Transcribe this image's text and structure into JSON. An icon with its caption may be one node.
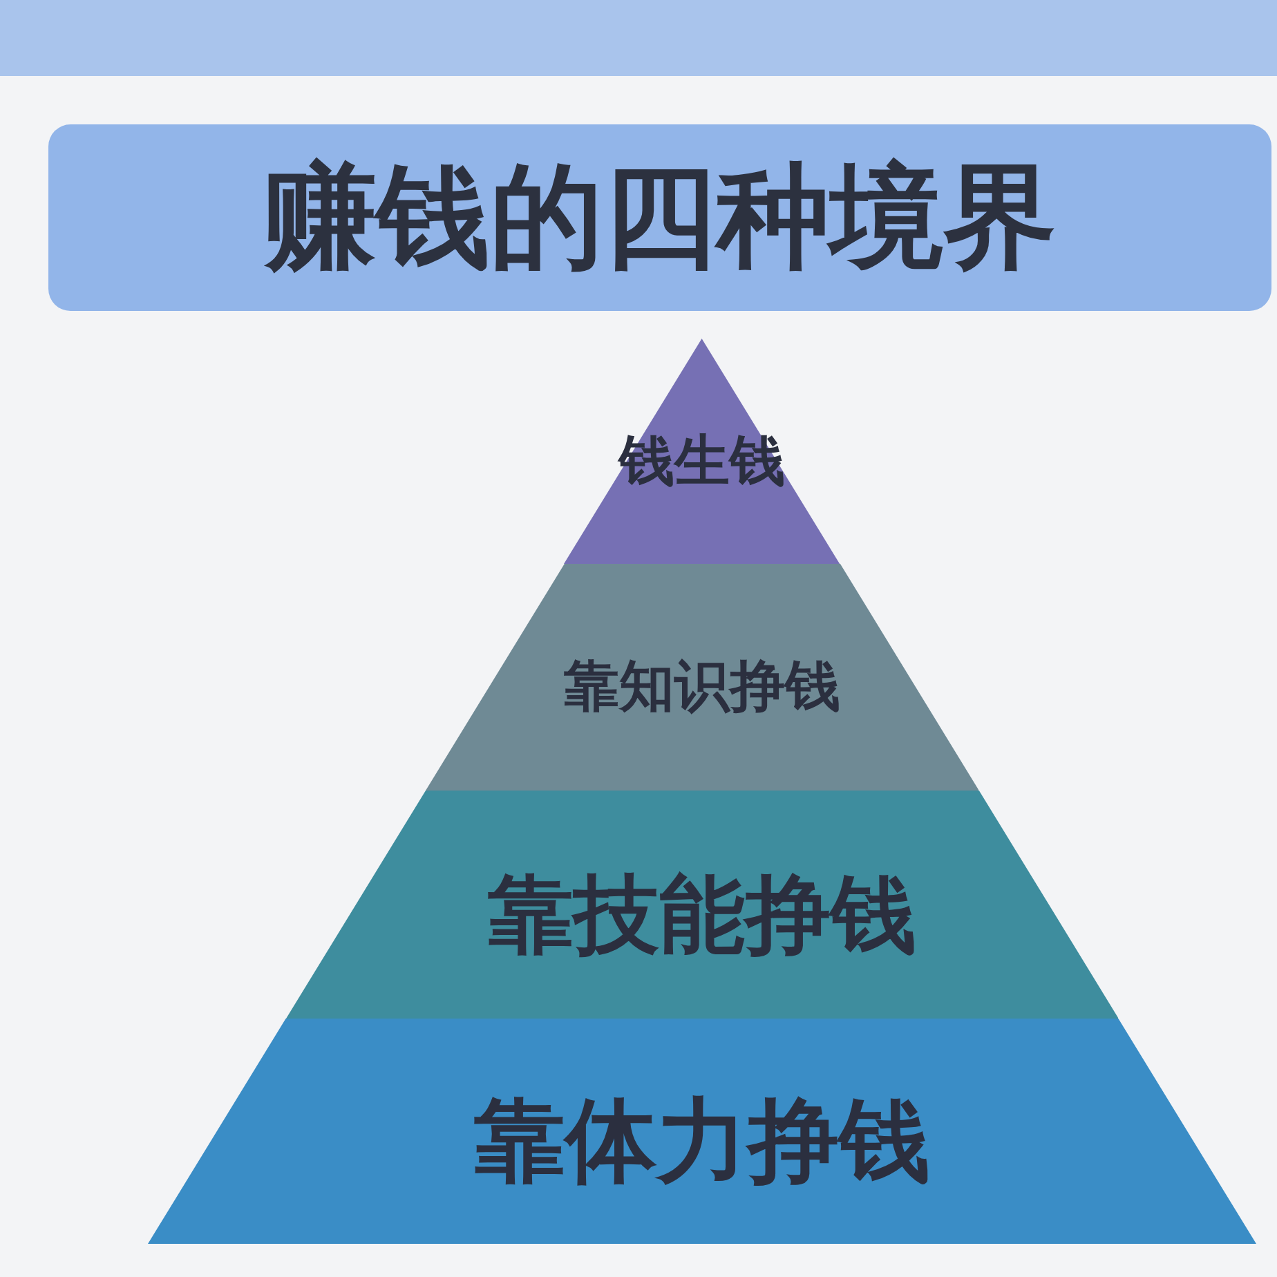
{
  "diagram": {
    "title": "赚钱的四种境界",
    "nodes": [
      {
        "text": [
          "钱生钱"
        ]
      },
      {
        "text": [
          "靠知识挣钱"
        ]
      },
      {
        "text": [
          "靠技能挣钱"
        ]
      },
      {
        "text": [
          "靠体力挣钱"
        ]
      }
    ]
  }
}
